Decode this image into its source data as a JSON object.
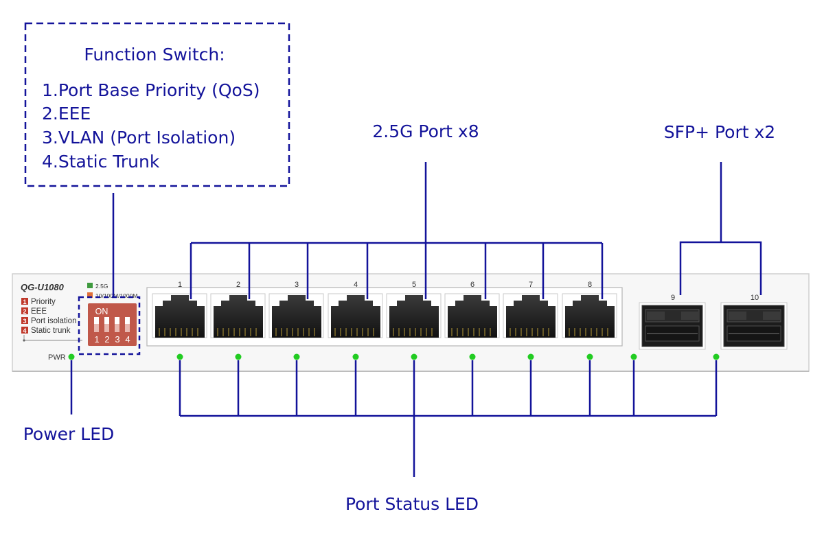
{
  "colors": {
    "annotation_blue": "#13139a",
    "led_green": "#22cc22",
    "dip_red": "#c0584a",
    "legend_green": "#3f9a3f",
    "legend_orange": "#e0703a",
    "num_badge_red": "#c0392b"
  },
  "function_switch": {
    "title": "Function Switch:",
    "items": [
      "1.Port Base Priority (QoS)",
      "2.EEE",
      "3.VLAN (Port Isolation)",
      "4.Static Trunk"
    ]
  },
  "callouts": {
    "ports_25g": "2.5G Port  x8",
    "sfp_ports": "SFP+ Port x2",
    "power_led": "Power LED",
    "port_status_led": "Port Status LED"
  },
  "device": {
    "model": "QG-U1080",
    "legend": [
      "2.5G",
      "10/100M/1000M"
    ],
    "settings": [
      {
        "num": "1",
        "label": "Priority"
      },
      {
        "num": "2",
        "label": "EEE"
      },
      {
        "num": "3",
        "label": "Port isolation"
      },
      {
        "num": "4",
        "label": "Static trunk"
      }
    ],
    "dip": {
      "on_label": "ON",
      "numbers": [
        "1",
        "2",
        "3",
        "4"
      ]
    },
    "pwr_label": "PWR",
    "rj45_ports": [
      "1",
      "2",
      "3",
      "4",
      "5",
      "6",
      "7",
      "8"
    ],
    "sfp_ports": [
      "9",
      "10"
    ]
  }
}
